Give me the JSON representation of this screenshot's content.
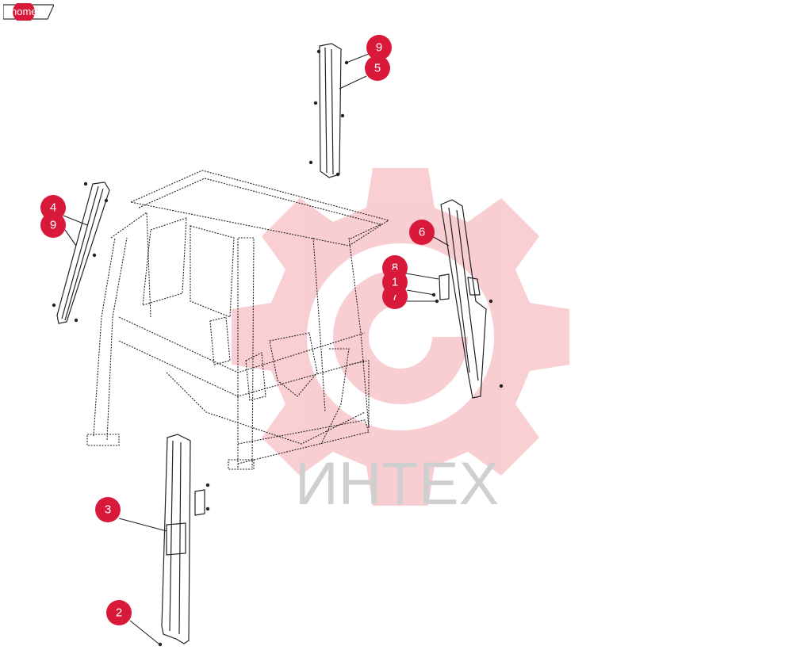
{
  "nav": {
    "home_label": "home"
  },
  "watermark": {
    "text": "ИНТЕХ"
  },
  "colors": {
    "callout_fill": "#d9193a",
    "watermark_gear": "#f7c4c9",
    "watermark_text": "#cfcfcf",
    "line": "#222222"
  },
  "callouts": [
    {
      "id": "c9-top",
      "label": "9"
    },
    {
      "id": "c5",
      "label": "5"
    },
    {
      "id": "c4",
      "label": "4"
    },
    {
      "id": "c9-left",
      "label": "9"
    },
    {
      "id": "c6",
      "label": "6"
    },
    {
      "id": "c8",
      "label": "8"
    },
    {
      "id": "c1",
      "label": "1"
    },
    {
      "id": "c7",
      "label": "7"
    },
    {
      "id": "c3",
      "label": "3"
    },
    {
      "id": "c2",
      "label": "2"
    }
  ]
}
